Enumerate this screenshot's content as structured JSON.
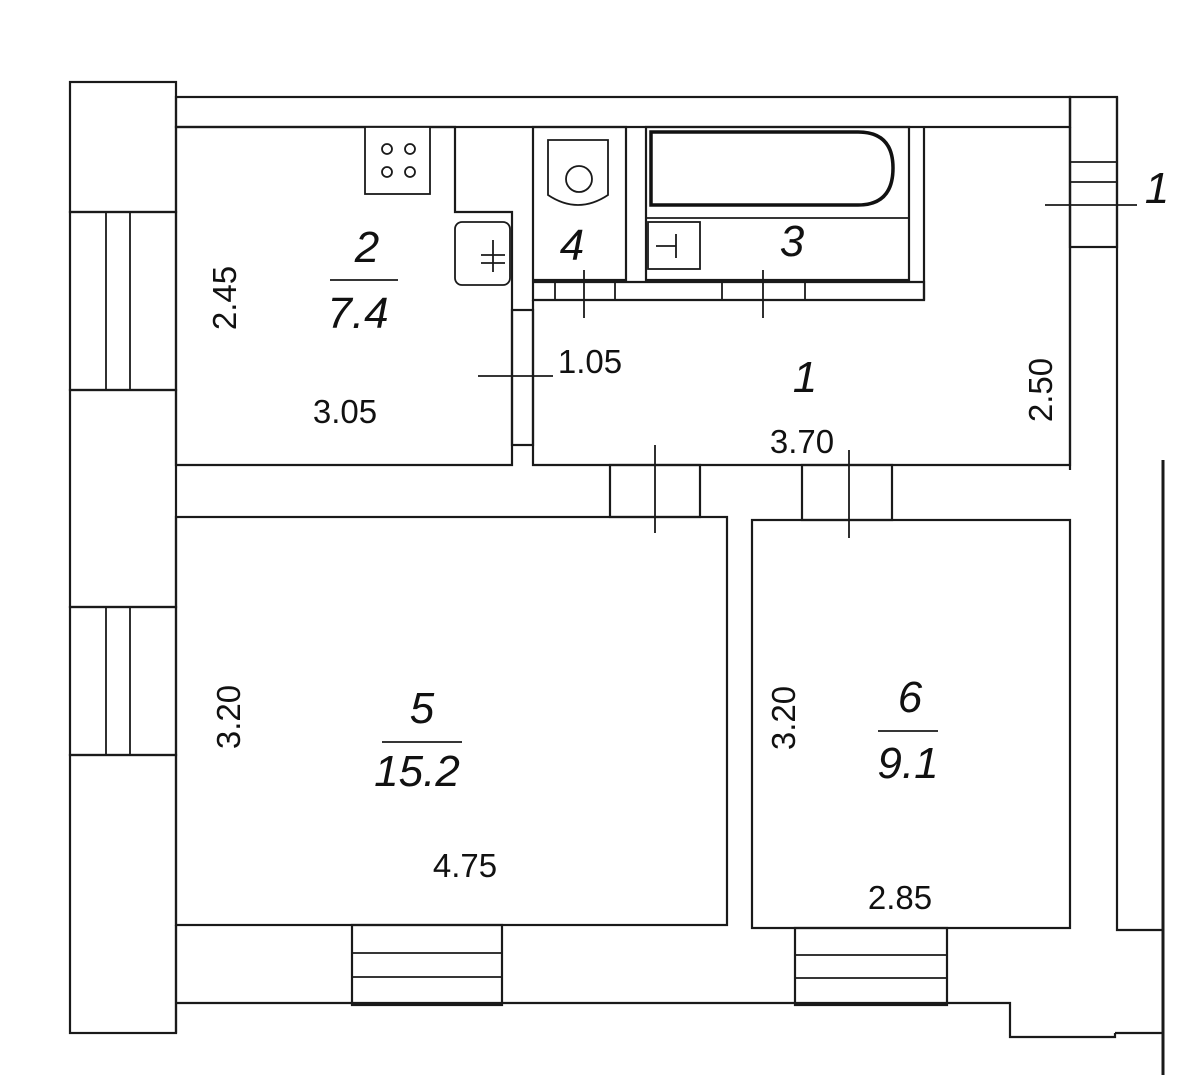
{
  "plan": {
    "rooms": [
      {
        "number": "1",
        "area": "",
        "dimensions": [
          "3.70",
          "2.50",
          "1.05"
        ]
      },
      {
        "number": "2",
        "area": "7.4",
        "dimensions": [
          "3.05",
          "2.45"
        ]
      },
      {
        "number": "3",
        "area": "",
        "dimensions": []
      },
      {
        "number": "4",
        "area": "",
        "dimensions": []
      },
      {
        "number": "5",
        "area": "15.2",
        "dimensions": [
          "4.75",
          "3.20"
        ]
      },
      {
        "number": "6",
        "area": "9.1",
        "dimensions": [
          "2.85",
          "3.20"
        ]
      }
    ],
    "entrance_label": "1"
  }
}
